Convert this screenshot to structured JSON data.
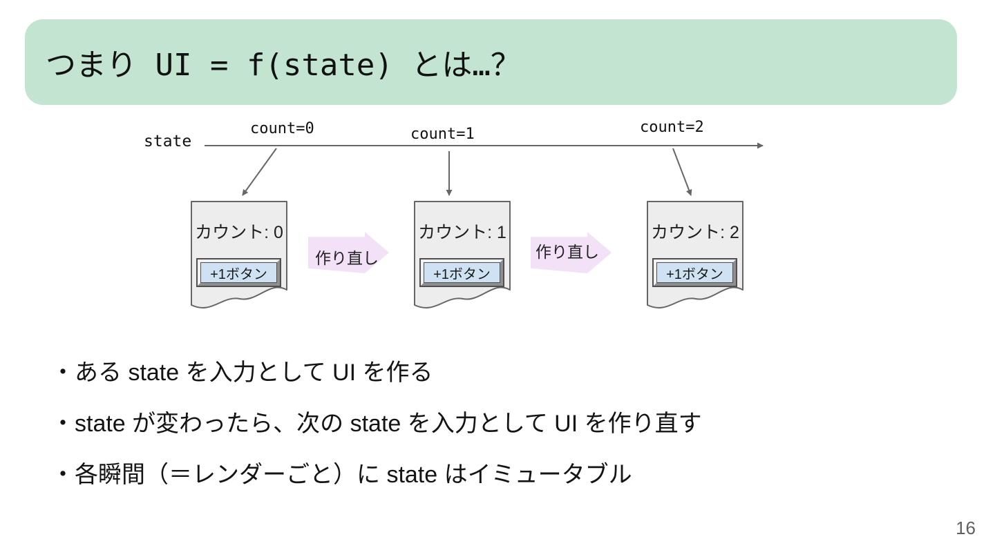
{
  "slide": {
    "title": "つまり UI = f(state) とは…？",
    "page_number": "16"
  },
  "diagram": {
    "timeline_label": "state",
    "states": [
      {
        "timeline_value": "count=0",
        "ui_label": "カウント: 0",
        "button_label": "+1ボタン"
      },
      {
        "timeline_value": "count=1",
        "ui_label": "カウント: 1",
        "button_label": "+1ボタン"
      },
      {
        "timeline_value": "count=2",
        "ui_label": "カウント: 2",
        "button_label": "+1ボタン"
      }
    ],
    "transitions": [
      {
        "label": "作り直し"
      },
      {
        "label": "作り直し"
      }
    ]
  },
  "bullets": [
    {
      "text": "・ある state を入力として UI を作る"
    },
    {
      "text": "・state が変わったら、次の state を入力として UI を作り直す"
    },
    {
      "text": "・各瞬間（＝レンダーごと）に state はイミュータブル"
    }
  ],
  "colors": {
    "title_background": "#c3e4d0",
    "card_fill": "#ededed",
    "card_border": "#666666",
    "button_fill": "#cfe2f3",
    "transition_arrow_fill": "#f2e1f7",
    "connector": "#666666"
  }
}
